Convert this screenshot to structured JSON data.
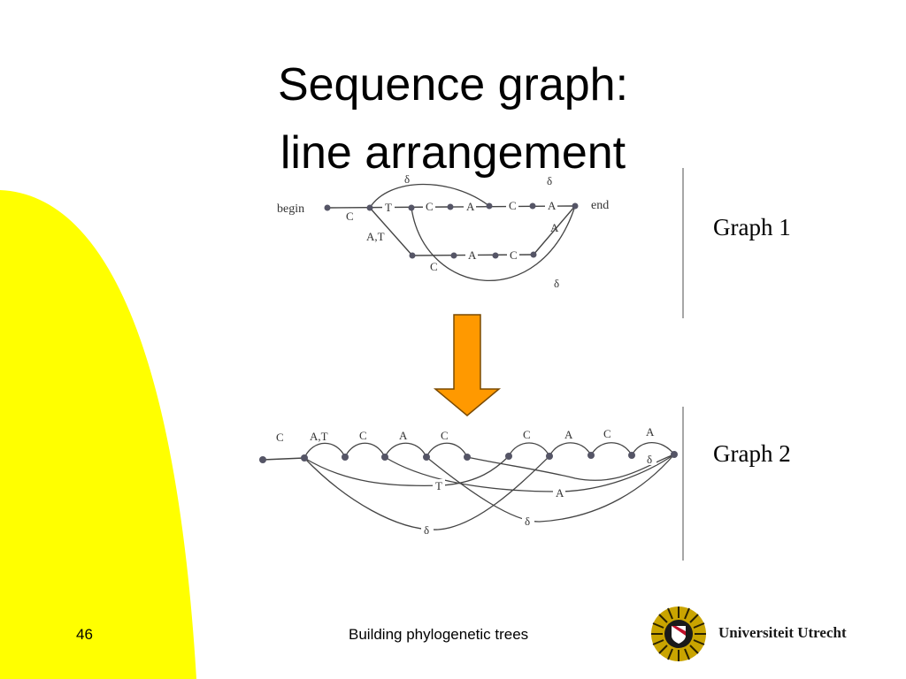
{
  "slide": {
    "title_line1": "Sequence graph:",
    "title_line2": "line arrangement",
    "graph1_label": "Graph 1",
    "graph2_label": "Graph 2",
    "slide_number": "46",
    "footer_text": "Building phylogenetic trees",
    "university_name": "Universiteit Utrecht"
  },
  "colors": {
    "yellow": "#ffff00",
    "arrow": "#ff9900",
    "node": "#555566"
  },
  "graph1": {
    "begin": "begin",
    "end": "end",
    "top_labels": [
      "T",
      "C",
      "A",
      "C",
      "A"
    ],
    "branch_c": "C",
    "branch_at": "A,T",
    "bottom_labels": [
      "A",
      "C"
    ],
    "bottom_c": "C",
    "right_a": "A",
    "delta_top_left": "δ",
    "delta_top_right": "δ",
    "delta_bottom": "δ"
  },
  "graph2": {
    "top_labels": [
      "C",
      "A,T",
      "C",
      "A",
      "C",
      "C",
      "A",
      "C",
      "A"
    ],
    "delta_right": "δ",
    "mid_t": "T",
    "mid_a": "A",
    "low_delta_1": "δ",
    "low_delta_2": "δ"
  }
}
